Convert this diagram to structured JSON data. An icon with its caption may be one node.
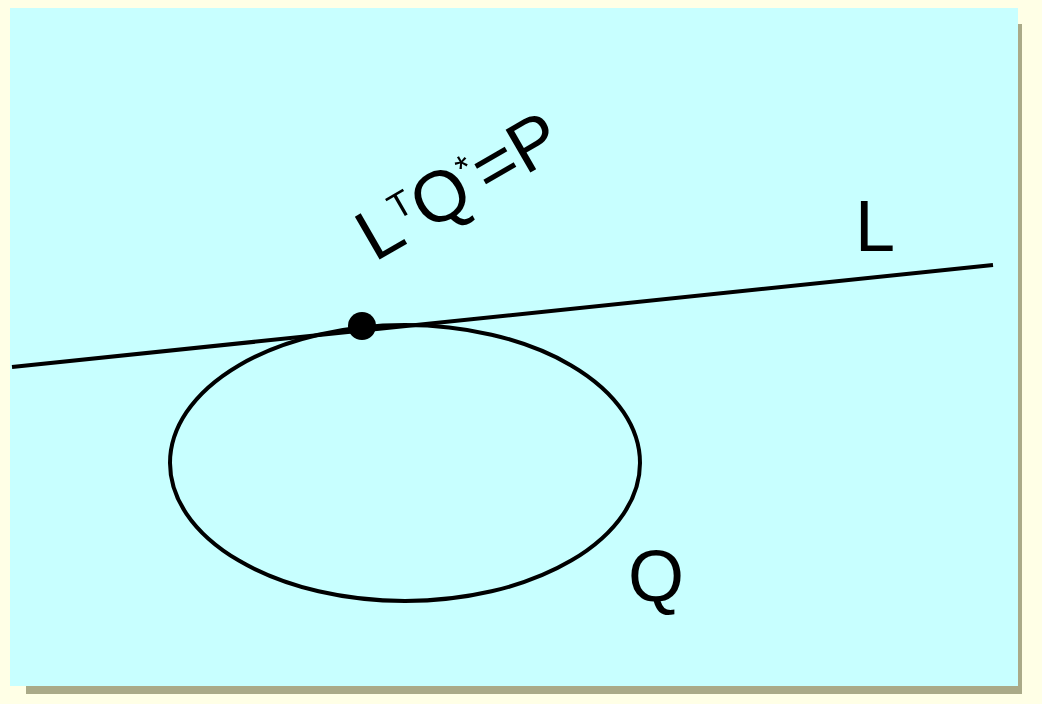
{
  "diagram": {
    "labels": [
      "L$^{T}$Q$^{*}$=P",
      "L",
      "Q"
    ]
  }
}
